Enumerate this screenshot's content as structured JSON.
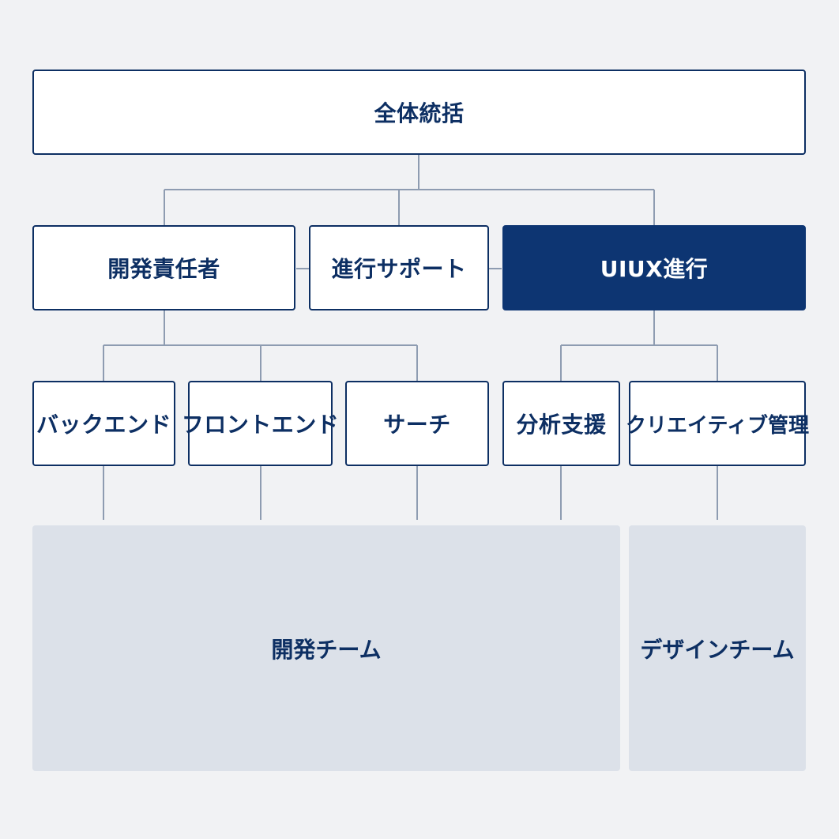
{
  "top": {
    "label": "全体統括"
  },
  "level2": {
    "dev_lead": "開発責任者",
    "support": "進行サポート",
    "uiux": "UIUX進行"
  },
  "level3": {
    "backend": "バックエンド",
    "frontend": "フロントエンド",
    "search": "サーチ",
    "analysis": "分析支援",
    "creative": "クリエイティブ管理"
  },
  "teams": {
    "dev": "開発チーム",
    "design": "デザインチーム"
  },
  "colors": {
    "background": "#f1f2f4",
    "navy": "#0d2f63",
    "navy_fill": "#0d3572",
    "team_fill": "#dce1e9",
    "connector": "#8e9cb1"
  }
}
